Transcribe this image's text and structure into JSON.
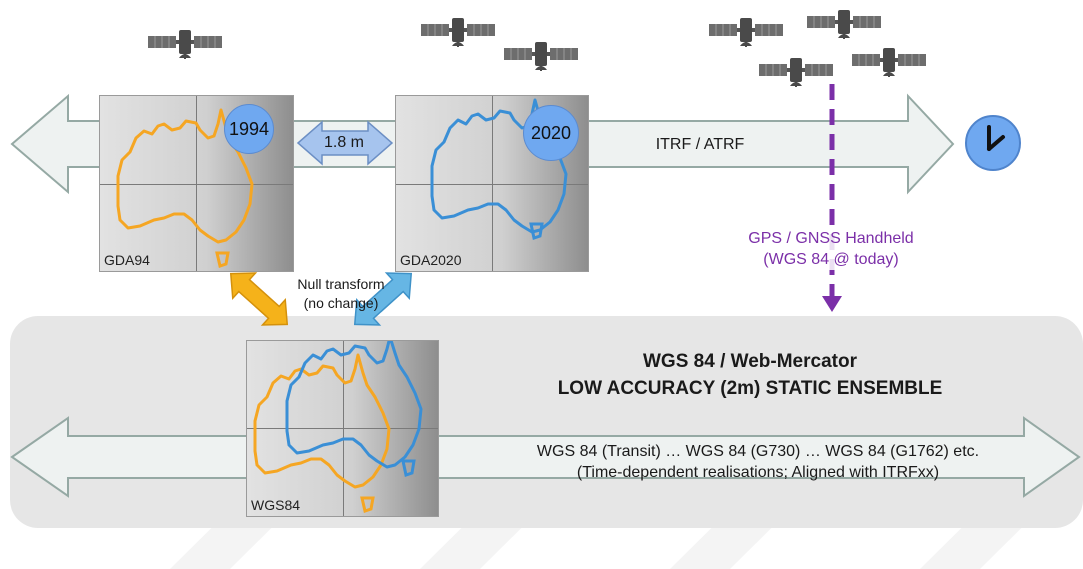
{
  "top_timeline": {
    "label": "ITRF / ATRF"
  },
  "gda94": {
    "label": "GDA94",
    "year": "1994"
  },
  "gda2020": {
    "label": "GDA2020",
    "year": "2020"
  },
  "shift": {
    "label": "1.8 m"
  },
  "null_transform": {
    "line1": "Null transform",
    "line2": "(no change)"
  },
  "handheld": {
    "line1": "GPS / GNSS Handheld",
    "line2": "(WGS 84 @ today)"
  },
  "wgs84_panel": {
    "title1": "WGS 84 / Web-Mercator",
    "title2": "LOW ACCURACY (2m) STATIC ENSEMBLE",
    "realisations": "WGS 84 (Transit) … WGS 84 (G730) … WGS 84 (G1762) etc.",
    "note": "(Time-dependent realisations; Aligned with ITRFxx)",
    "map_label": "WGS84"
  },
  "colors": {
    "gda94_orange": "#f5a623",
    "gda2020_blue": "#3a8fd6",
    "handheld_purple": "#7b2fa8",
    "circle_blue": "#6fa8f0",
    "panel_grey": "#e6e6e6"
  },
  "icons": [
    "satellite-icon",
    "clock-icon"
  ]
}
